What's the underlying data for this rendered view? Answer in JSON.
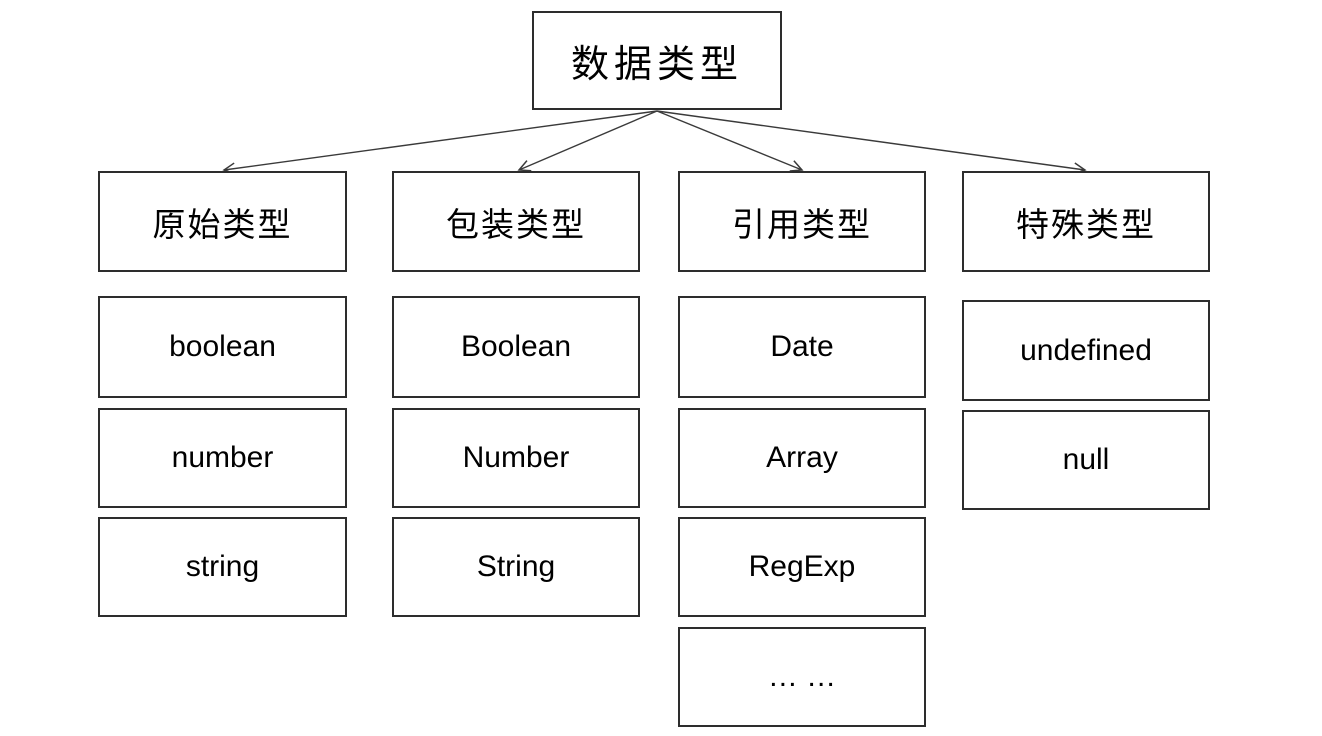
{
  "diagram": {
    "root": {
      "label": "数据类型"
    },
    "columns": [
      {
        "label": "原始类型",
        "items": [
          "boolean",
          "number",
          "string"
        ]
      },
      {
        "label": "包装类型",
        "items": [
          "Boolean",
          "Number",
          "String"
        ]
      },
      {
        "label": "引用类型",
        "items": [
          "Date",
          "Array",
          "RegExp",
          "… …"
        ]
      },
      {
        "label": "特殊类型",
        "items": [
          "undefined",
          "null"
        ]
      }
    ],
    "colors": {
      "background": "#ffffff",
      "box_border": "#2d2d2d",
      "connector": "#3a3a3a",
      "text": "#000000"
    }
  }
}
